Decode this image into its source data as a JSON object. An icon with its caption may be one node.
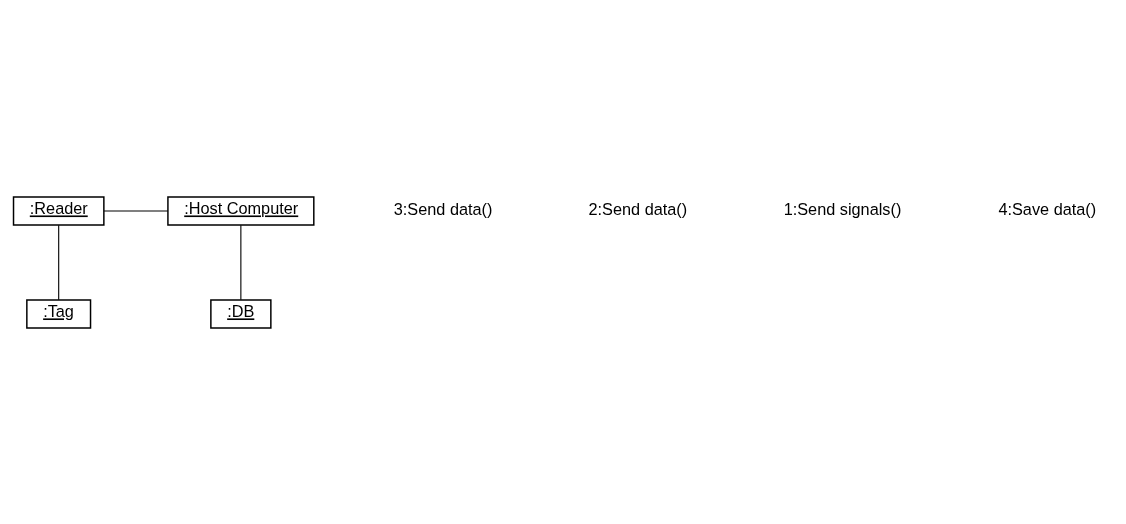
{
  "diagram": {
    "nodes": [
      {
        "text": [
          ":Reader"
        ]
      },
      {
        "text": [
          ":Host Computer"
        ]
      },
      {
        "text": [
          ":Tag"
        ]
      },
      {
        "text": [
          ":DB"
        ]
      }
    ],
    "edges": [
      {
        "from": 0,
        "to": 1,
        "arrow": "none"
      },
      {
        "from": 0,
        "to": 2,
        "arrow": "none"
      },
      {
        "from": 1,
        "to": 3,
        "arrow": "none"
      }
    ],
    "labels": [
      "3:Send data()",
      "2:Send data()",
      "1:Send signals()",
      "4:Save data()"
    ]
  }
}
